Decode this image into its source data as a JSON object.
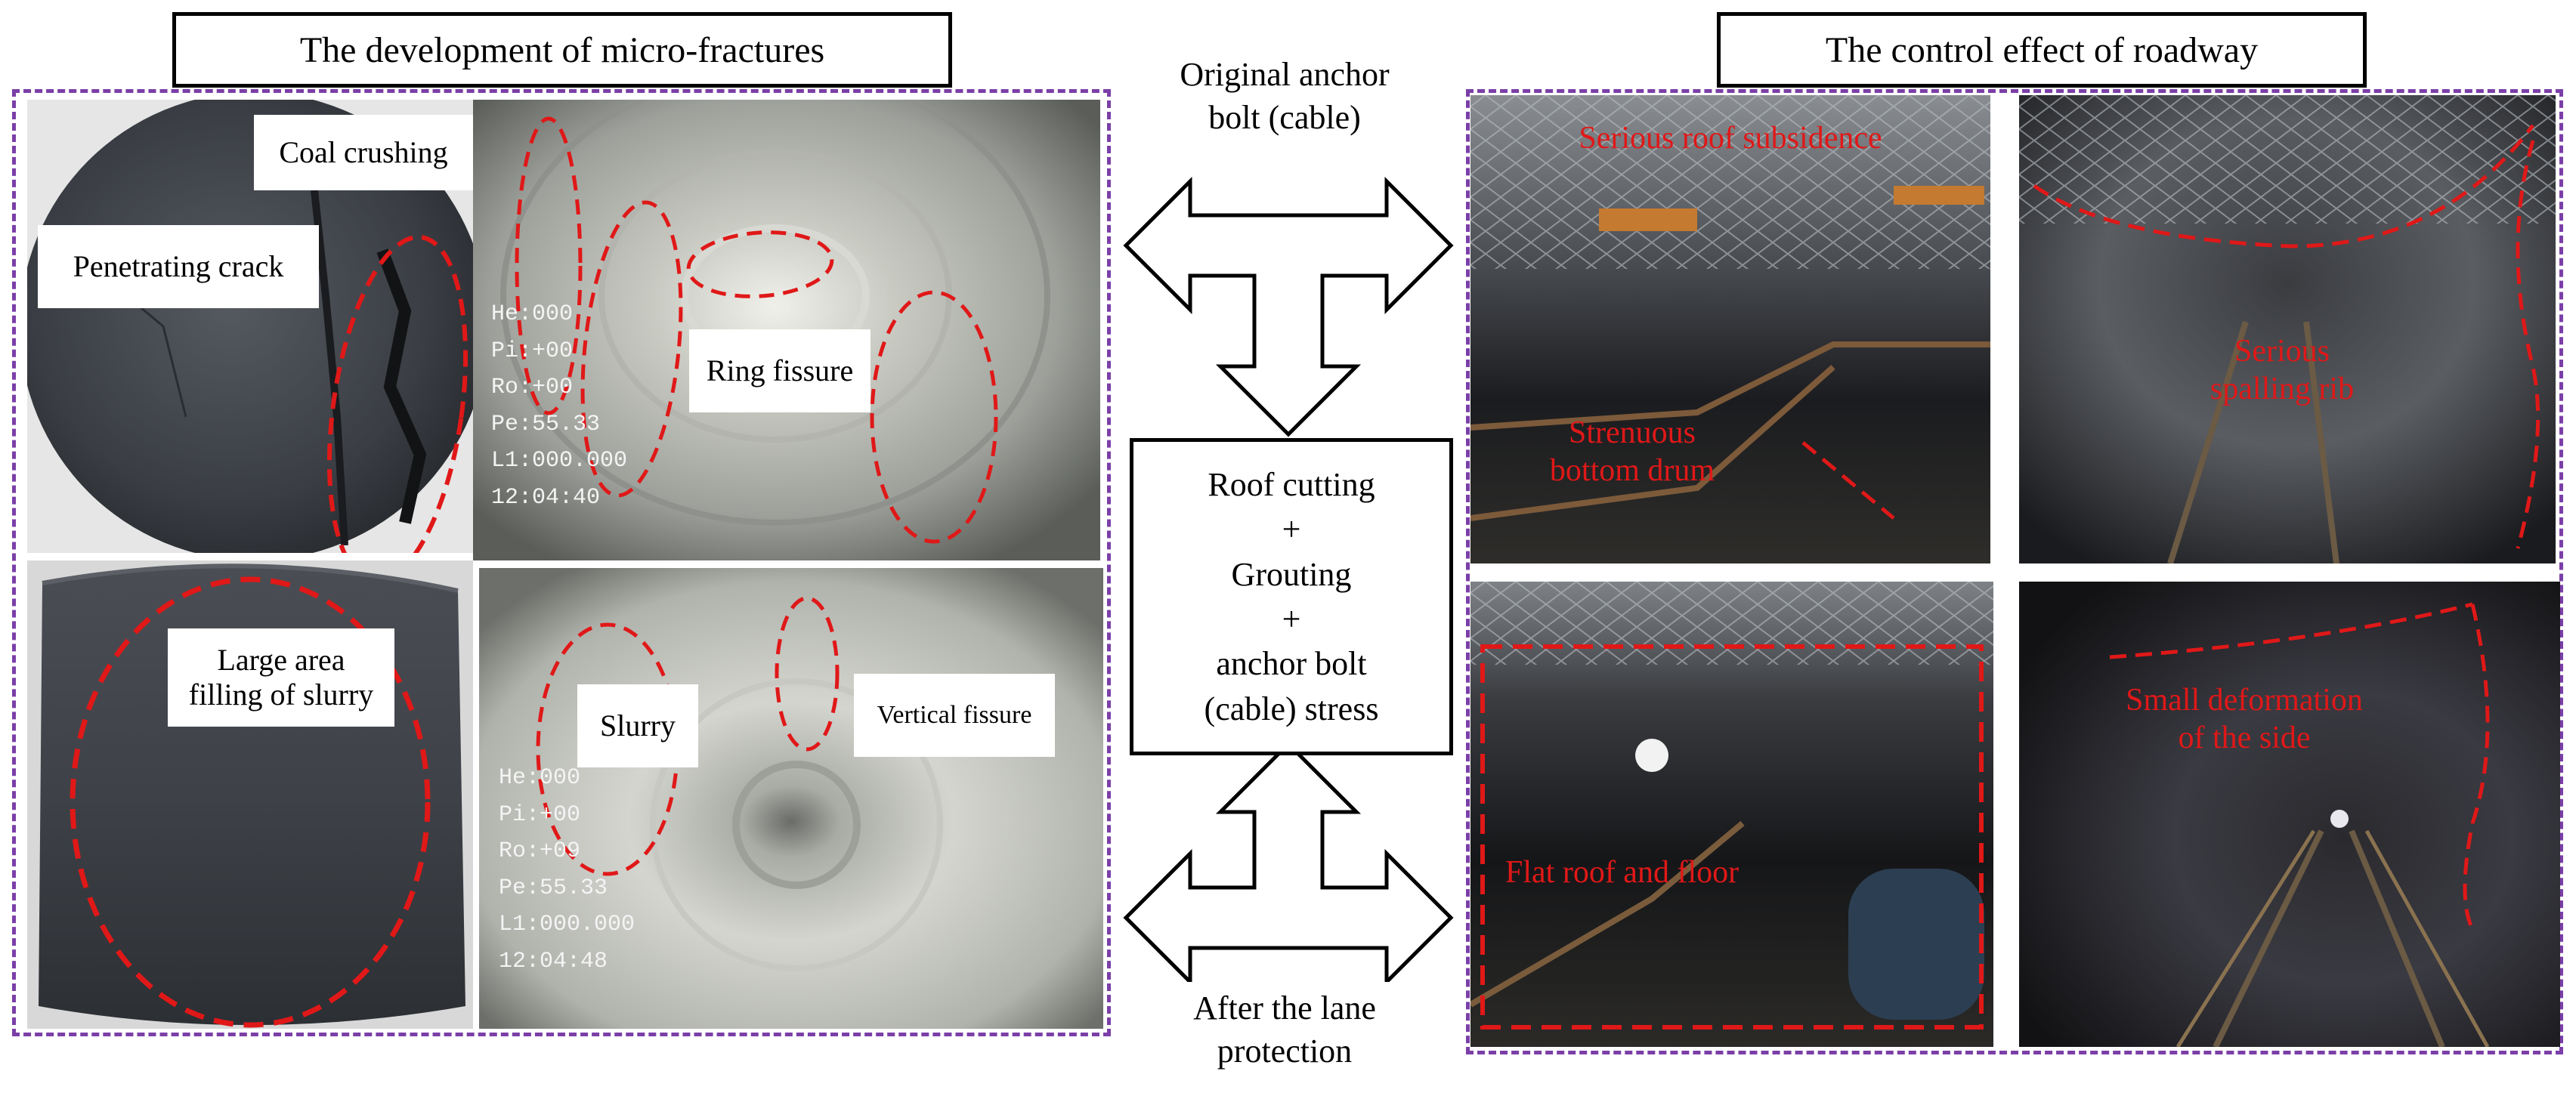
{
  "left_panel": {
    "title": "The development of micro-fractures",
    "coal_sample_top": {
      "labels": {
        "crushing": "Coal crushing",
        "crack": "Penetrating crack"
      }
    },
    "borehole_top": {
      "label": "Ring fissure",
      "overlay": [
        "He:000",
        "Pi:+00",
        "Ro:+00",
        "Pe:55.33",
        "L1:000.000",
        "12:04:40"
      ]
    },
    "coal_sample_bottom": {
      "label_line1": "Large area",
      "label_line2": "filling of slurry"
    },
    "borehole_bottom": {
      "labels": {
        "slurry": "Slurry",
        "vertical": "Vertical fissure"
      },
      "overlay": [
        "He:000",
        "Pi:+00",
        "Ro:+09",
        "Pe:55.33",
        "L1:000.000",
        "12:04:48"
      ]
    }
  },
  "center": {
    "top_text_line1": "Original anchor",
    "top_text_line2": "bolt (cable)",
    "box_lines": [
      "Roof cutting",
      "+",
      "Grouting",
      "+",
      "anchor bolt",
      "(cable) stress"
    ],
    "bottom_text_line1": "After the lane",
    "bottom_text_line2": "protection"
  },
  "right_panel": {
    "title": "The control effect of roadway",
    "photo_tl": {
      "label1": "Serious roof subsidence",
      "label2_line1": "Strenuous",
      "label2_line2": "bottom drum"
    },
    "photo_tr": {
      "label_line1": "Serious",
      "label_line2": "spalling rib"
    },
    "photo_bl": {
      "label": "Flat roof and floor"
    },
    "photo_br": {
      "label_line1": "Small deformation",
      "label_line2": "of the side"
    }
  },
  "colors": {
    "frame": "#7b3fa8",
    "annotation": "#e01818"
  }
}
